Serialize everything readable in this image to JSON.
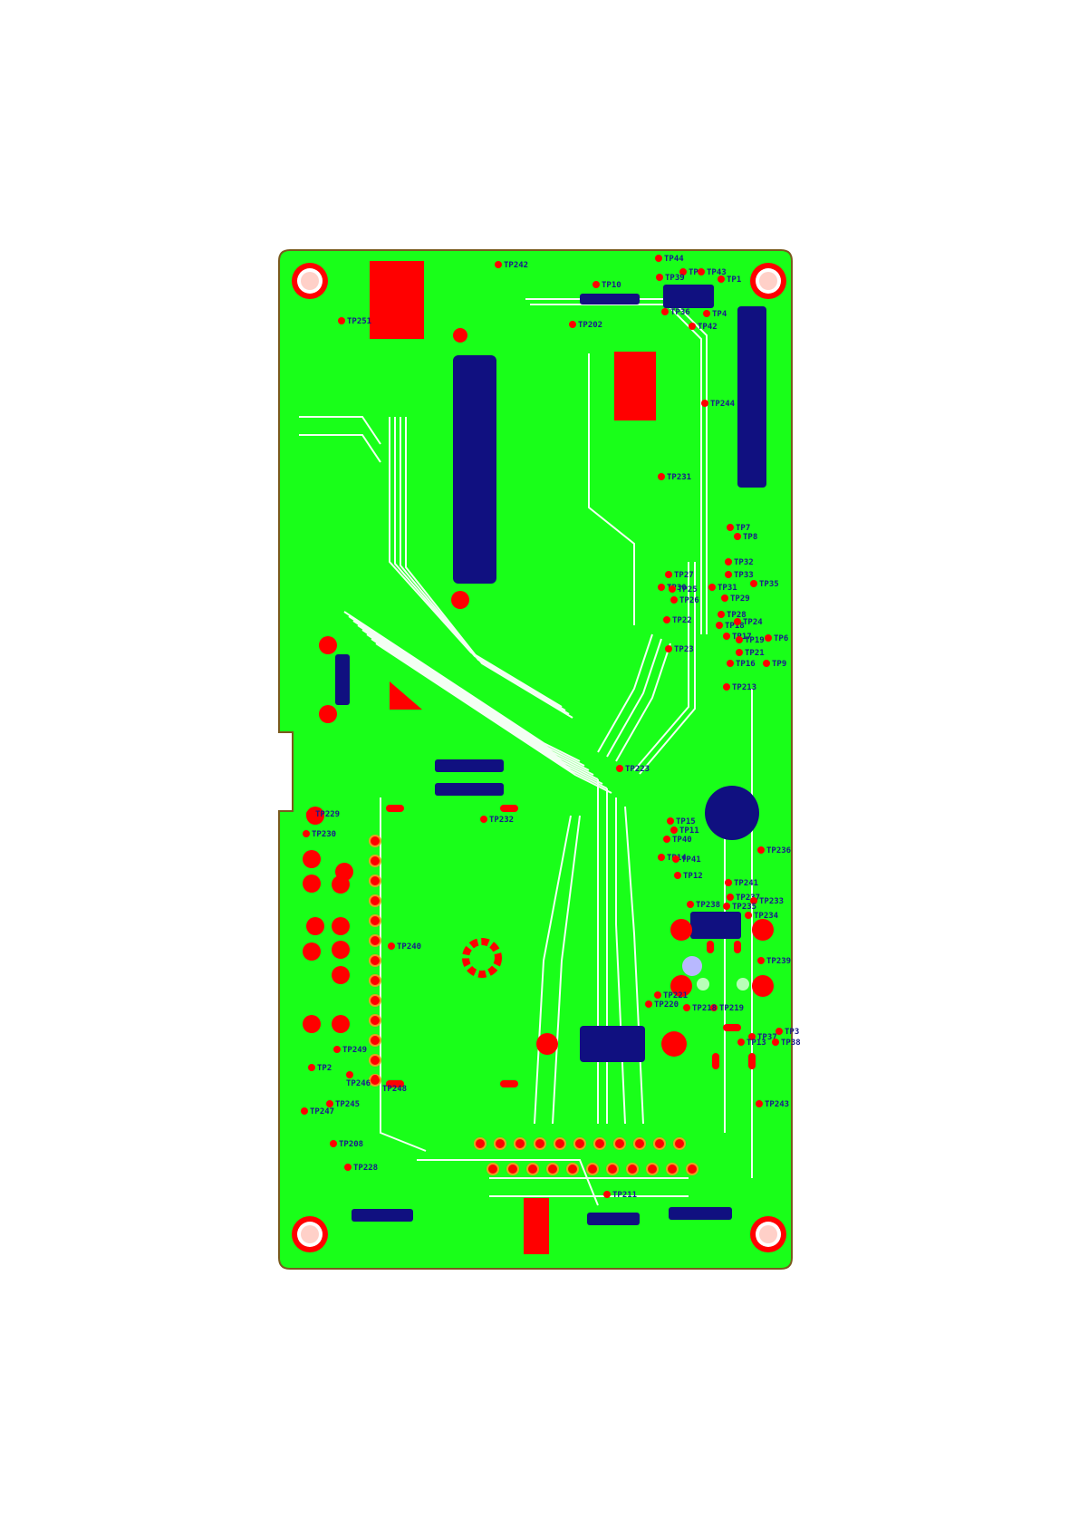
{
  "colors": {
    "board": "#19ff19",
    "outline": "#7a5a1e",
    "copper": "#ff0000",
    "pad_ring": "#e8a020",
    "connector": "#101080",
    "label": "#1a1a8c",
    "hole": "#ffd0c8",
    "trace": "#ffffff"
  },
  "test_points": [
    {
      "id": "TP251",
      "label": "TP251"
    },
    {
      "id": "TP242",
      "label": "TP242"
    },
    {
      "id": "TP44",
      "label": "TP44"
    },
    {
      "id": "TP5",
      "label": "TP5"
    },
    {
      "id": "TP43",
      "label": "TP43"
    },
    {
      "id": "TP1",
      "label": "TP1"
    },
    {
      "id": "TP39",
      "label": "TP39"
    },
    {
      "id": "TP10",
      "label": "TP10"
    },
    {
      "id": "TP36",
      "label": "TP36"
    },
    {
      "id": "TP4",
      "label": "TP4"
    },
    {
      "id": "TP42",
      "label": "TP42"
    },
    {
      "id": "TP202",
      "label": "TP202"
    },
    {
      "id": "TP244",
      "label": "TP244"
    },
    {
      "id": "TP231",
      "label": "TP231"
    },
    {
      "id": "TP7",
      "label": "TP7"
    },
    {
      "id": "TP8",
      "label": "TP8"
    },
    {
      "id": "TP32",
      "label": "TP32"
    },
    {
      "id": "TP27",
      "label": "TP27"
    },
    {
      "id": "TP33",
      "label": "TP33"
    },
    {
      "id": "TP30",
      "label": "TP30"
    },
    {
      "id": "TP25",
      "label": "TP25"
    },
    {
      "id": "TP31",
      "label": "TP31"
    },
    {
      "id": "TP35",
      "label": "TP35"
    },
    {
      "id": "TP29",
      "label": "TP29"
    },
    {
      "id": "TP26",
      "label": "TP26"
    },
    {
      "id": "TP28",
      "label": "TP28"
    },
    {
      "id": "TP22",
      "label": "TP22"
    },
    {
      "id": "TP18",
      "label": "TP18"
    },
    {
      "id": "TP24",
      "label": "TP24"
    },
    {
      "id": "TP17",
      "label": "TP17"
    },
    {
      "id": "TP19",
      "label": "TP19"
    },
    {
      "id": "TP6",
      "label": "TP6"
    },
    {
      "id": "TP23",
      "label": "TP23"
    },
    {
      "id": "TP21",
      "label": "TP21"
    },
    {
      "id": "TP16",
      "label": "TP16"
    },
    {
      "id": "TP9",
      "label": "TP9"
    },
    {
      "id": "TP213",
      "label": "TP213"
    },
    {
      "id": "TP223",
      "label": "TP223"
    },
    {
      "id": "TP229",
      "label": "TP229"
    },
    {
      "id": "TP232",
      "label": "TP232"
    },
    {
      "id": "TP15",
      "label": "TP15"
    },
    {
      "id": "TP230",
      "label": "TP230"
    },
    {
      "id": "TP11",
      "label": "TP11"
    },
    {
      "id": "TP40",
      "label": "TP40"
    },
    {
      "id": "TP236",
      "label": "TP236"
    },
    {
      "id": "TP14",
      "label": "TP14"
    },
    {
      "id": "TP41",
      "label": "TP41"
    },
    {
      "id": "TP12",
      "label": "TP12"
    },
    {
      "id": "TP241",
      "label": "TP241"
    },
    {
      "id": "TP237",
      "label": "TP237"
    },
    {
      "id": "TP233",
      "label": "TP233"
    },
    {
      "id": "TP238",
      "label": "TP238"
    },
    {
      "id": "TP235",
      "label": "TP235"
    },
    {
      "id": "TP234",
      "label": "TP234"
    },
    {
      "id": "TP240",
      "label": "TP240"
    },
    {
      "id": "TP239",
      "label": "TP239"
    },
    {
      "id": "TP221",
      "label": "TP221"
    },
    {
      "id": "TP220",
      "label": "TP220"
    },
    {
      "id": "TP219",
      "label": "TP219"
    },
    {
      "id": "TP218",
      "label": "TP218"
    },
    {
      "id": "TP3",
      "label": "TP3"
    },
    {
      "id": "TP37",
      "label": "TP37"
    },
    {
      "id": "TP13",
      "label": "TP13"
    },
    {
      "id": "TP38",
      "label": "TP38"
    },
    {
      "id": "TP249",
      "label": "TP249"
    },
    {
      "id": "TP2",
      "label": "TP2"
    },
    {
      "id": "TP248",
      "label": "TP248"
    },
    {
      "id": "TP246",
      "label": "TP246"
    },
    {
      "id": "TP245",
      "label": "TP245"
    },
    {
      "id": "TP247",
      "label": "TP247"
    },
    {
      "id": "TP208",
      "label": "TP208"
    },
    {
      "id": "TP243",
      "label": "TP243"
    },
    {
      "id": "TP228",
      "label": "TP228"
    },
    {
      "id": "TP211",
      "label": "TP211"
    }
  ]
}
